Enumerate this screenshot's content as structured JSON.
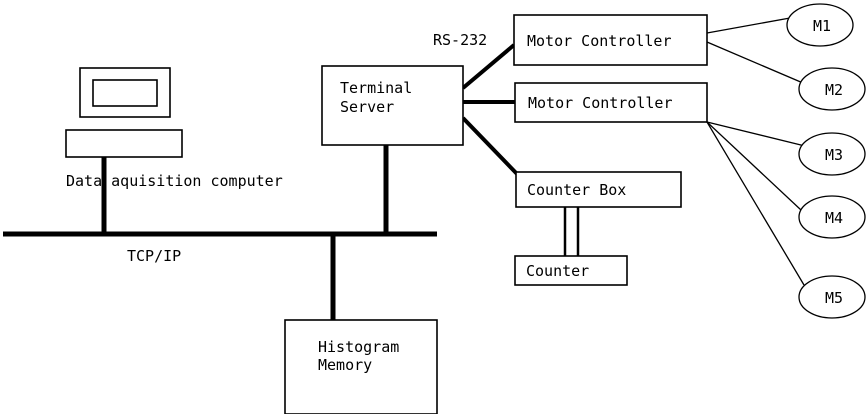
{
  "diagram": {
    "title": "Data acquisition system block diagram",
    "background_color": "#ffffff",
    "line_color": "#000000"
  },
  "nodes": {
    "monitor": {
      "label": ""
    },
    "computer_base": {
      "label": ""
    },
    "computer_caption": {
      "label": "Data aquisition computer"
    },
    "terminal_server": {
      "line1": "Terminal",
      "line2": "Server"
    },
    "motor_controller_1": {
      "label": "Motor Controller"
    },
    "motor_controller_2": {
      "label": "Motor Controller"
    },
    "counter_box": {
      "label": "Counter Box"
    },
    "counter": {
      "label": "Counter"
    },
    "histogram_memory": {
      "line1": "Histogram",
      "line2": "Memory"
    }
  },
  "motors": [
    {
      "id": "m1",
      "label": "M1"
    },
    {
      "id": "m2",
      "label": "M2"
    },
    {
      "id": "m3",
      "label": "M3"
    },
    {
      "id": "m4",
      "label": "M4"
    },
    {
      "id": "m5",
      "label": "M5"
    }
  ],
  "links": {
    "bus_label": "TCP/IP",
    "serial_label": "RS-232"
  }
}
